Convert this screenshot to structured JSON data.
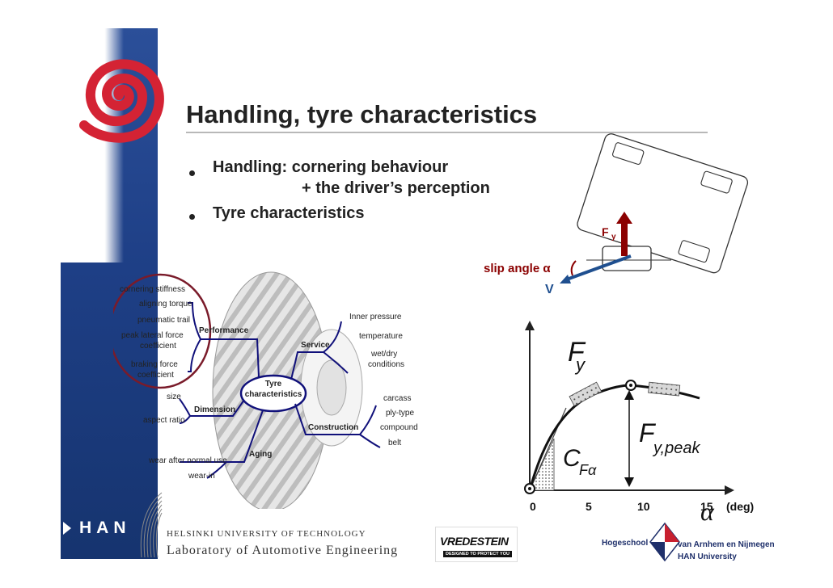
{
  "slide": {
    "title": "Handling, tyre characteristics",
    "bullets": [
      {
        "line1": "Handling: cornering behaviour",
        "line2": "+ the driver’s perception"
      },
      {
        "line1": "Tyre characteristics"
      }
    ]
  },
  "vehicle_diagram": {
    "force_label": "F",
    "force_subscript": "y",
    "slip_angle_label": "slip angle α",
    "velocity_label": "V"
  },
  "mindmap": {
    "center": {
      "line1": "Tyre",
      "line2": "characteristics"
    },
    "branches": {
      "performance": "Performance",
      "service": "Service",
      "dimension": "Dimension",
      "construction": "Construction",
      "aging": "Aging"
    },
    "performance_items": [
      "cornering stiffness",
      "aligning torque",
      "pneumatic trail",
      "peak lateral force",
      "coefficient",
      "braking force",
      "coefficient"
    ],
    "service_items": [
      "Inner pressure",
      "temperature",
      "wet/dry",
      "conditions"
    ],
    "dimension_items": [
      "size",
      "aspect ratio"
    ],
    "construction_items": [
      "carcass",
      "ply-type",
      "compound",
      "belt"
    ],
    "aging_items": [
      "wear after normal use",
      "wear-in"
    ]
  },
  "curve_chart": {
    "x_ticks": [
      "0",
      "5",
      "10",
      "15"
    ],
    "x_unit": "(deg)",
    "x_symbol": "α",
    "y_label_main": "F",
    "y_label_sub": "y",
    "peak_label_main": "F",
    "peak_label_sub": "y,peak",
    "stiffness_label_main": "C",
    "stiffness_label_sub": "Fα"
  },
  "footer": {
    "side_logo": "HAN",
    "university_line": "HELSINKI UNIVERSITY OF TECHNOLOGY",
    "lab_line": "Laboratory of Automotive Engineering",
    "vredestein_name": "VREDESTEIN",
    "vredestein_tagline": "DESIGNED TO PROTECT YOU",
    "han_school": "Hogeschool",
    "han_place": "van Arnhem en Nijmegen",
    "han_university": "HAN University"
  },
  "colors": {
    "sidebar_blue": "#1e3f86",
    "spiral_red": "#d42334",
    "force_red": "#8b0000",
    "velocity_blue": "#1f4f8f",
    "mindmap_navy": "#10107a",
    "highlight_maroon": "#7a1b2a"
  }
}
